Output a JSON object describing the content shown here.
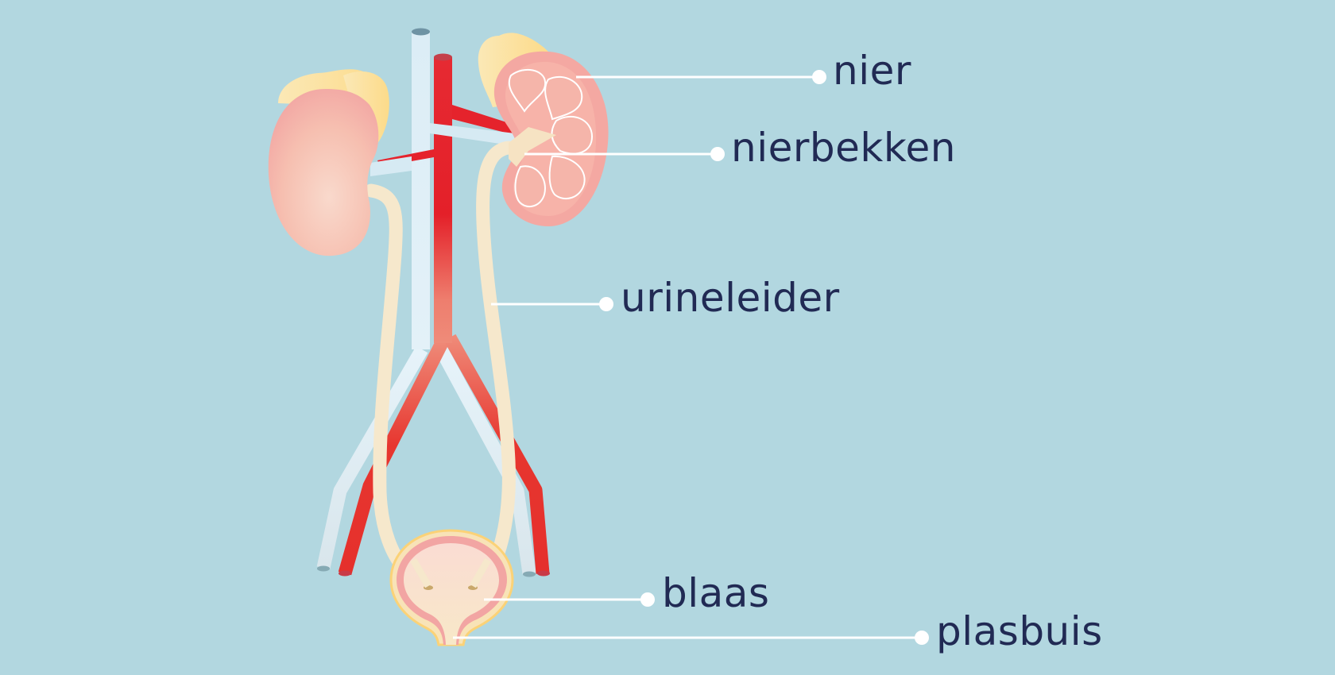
{
  "diagram": {
    "title": "Urinary system",
    "background_color": "#b2d7e0",
    "label_color": "#212a54",
    "leader_line_color": "#ffffff",
    "labels": [
      {
        "id": "nier",
        "text": "nier"
      },
      {
        "id": "nierbekken",
        "text": "nierbekken"
      },
      {
        "id": "urineleider",
        "text": "urineleider"
      },
      {
        "id": "blaas",
        "text": "blaas"
      },
      {
        "id": "plasbuis",
        "text": "plasbuis"
      }
    ],
    "structures": [
      {
        "name": "kidney-left-exterior",
        "color": "#f6b9ac"
      },
      {
        "name": "kidney-right-cross-section",
        "color": "#f4a8a2"
      },
      {
        "name": "adrenal-gland",
        "color": "#fde19a"
      },
      {
        "name": "vena-cava",
        "color": "#dbecf4"
      },
      {
        "name": "aorta",
        "color": "#e5232c"
      },
      {
        "name": "ureter",
        "color": "#f6e8cc"
      },
      {
        "name": "bladder",
        "color": "#f9dfd0"
      },
      {
        "name": "urethra",
        "color": "#f6e3c3"
      }
    ]
  }
}
